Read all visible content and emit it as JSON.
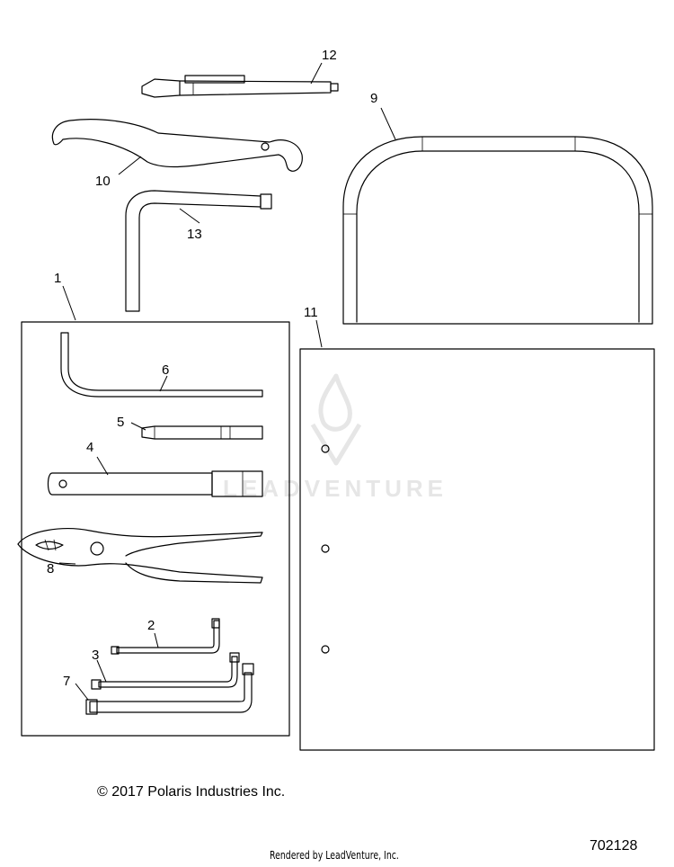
{
  "callouts": {
    "c1": "1",
    "c2": "2",
    "c3": "3",
    "c4": "4",
    "c5": "5",
    "c6": "6",
    "c7": "7",
    "c8": "8",
    "c9": "9",
    "c10": "10",
    "c11": "11",
    "c12": "12",
    "c13": "13"
  },
  "watermark": {
    "text": "LEADVENTURE"
  },
  "footer": {
    "copyright": "© 2017 Polaris Industries Inc.",
    "rendered_by": "Rendered by LeadVenture, Inc.",
    "diagram_id": "702128"
  }
}
